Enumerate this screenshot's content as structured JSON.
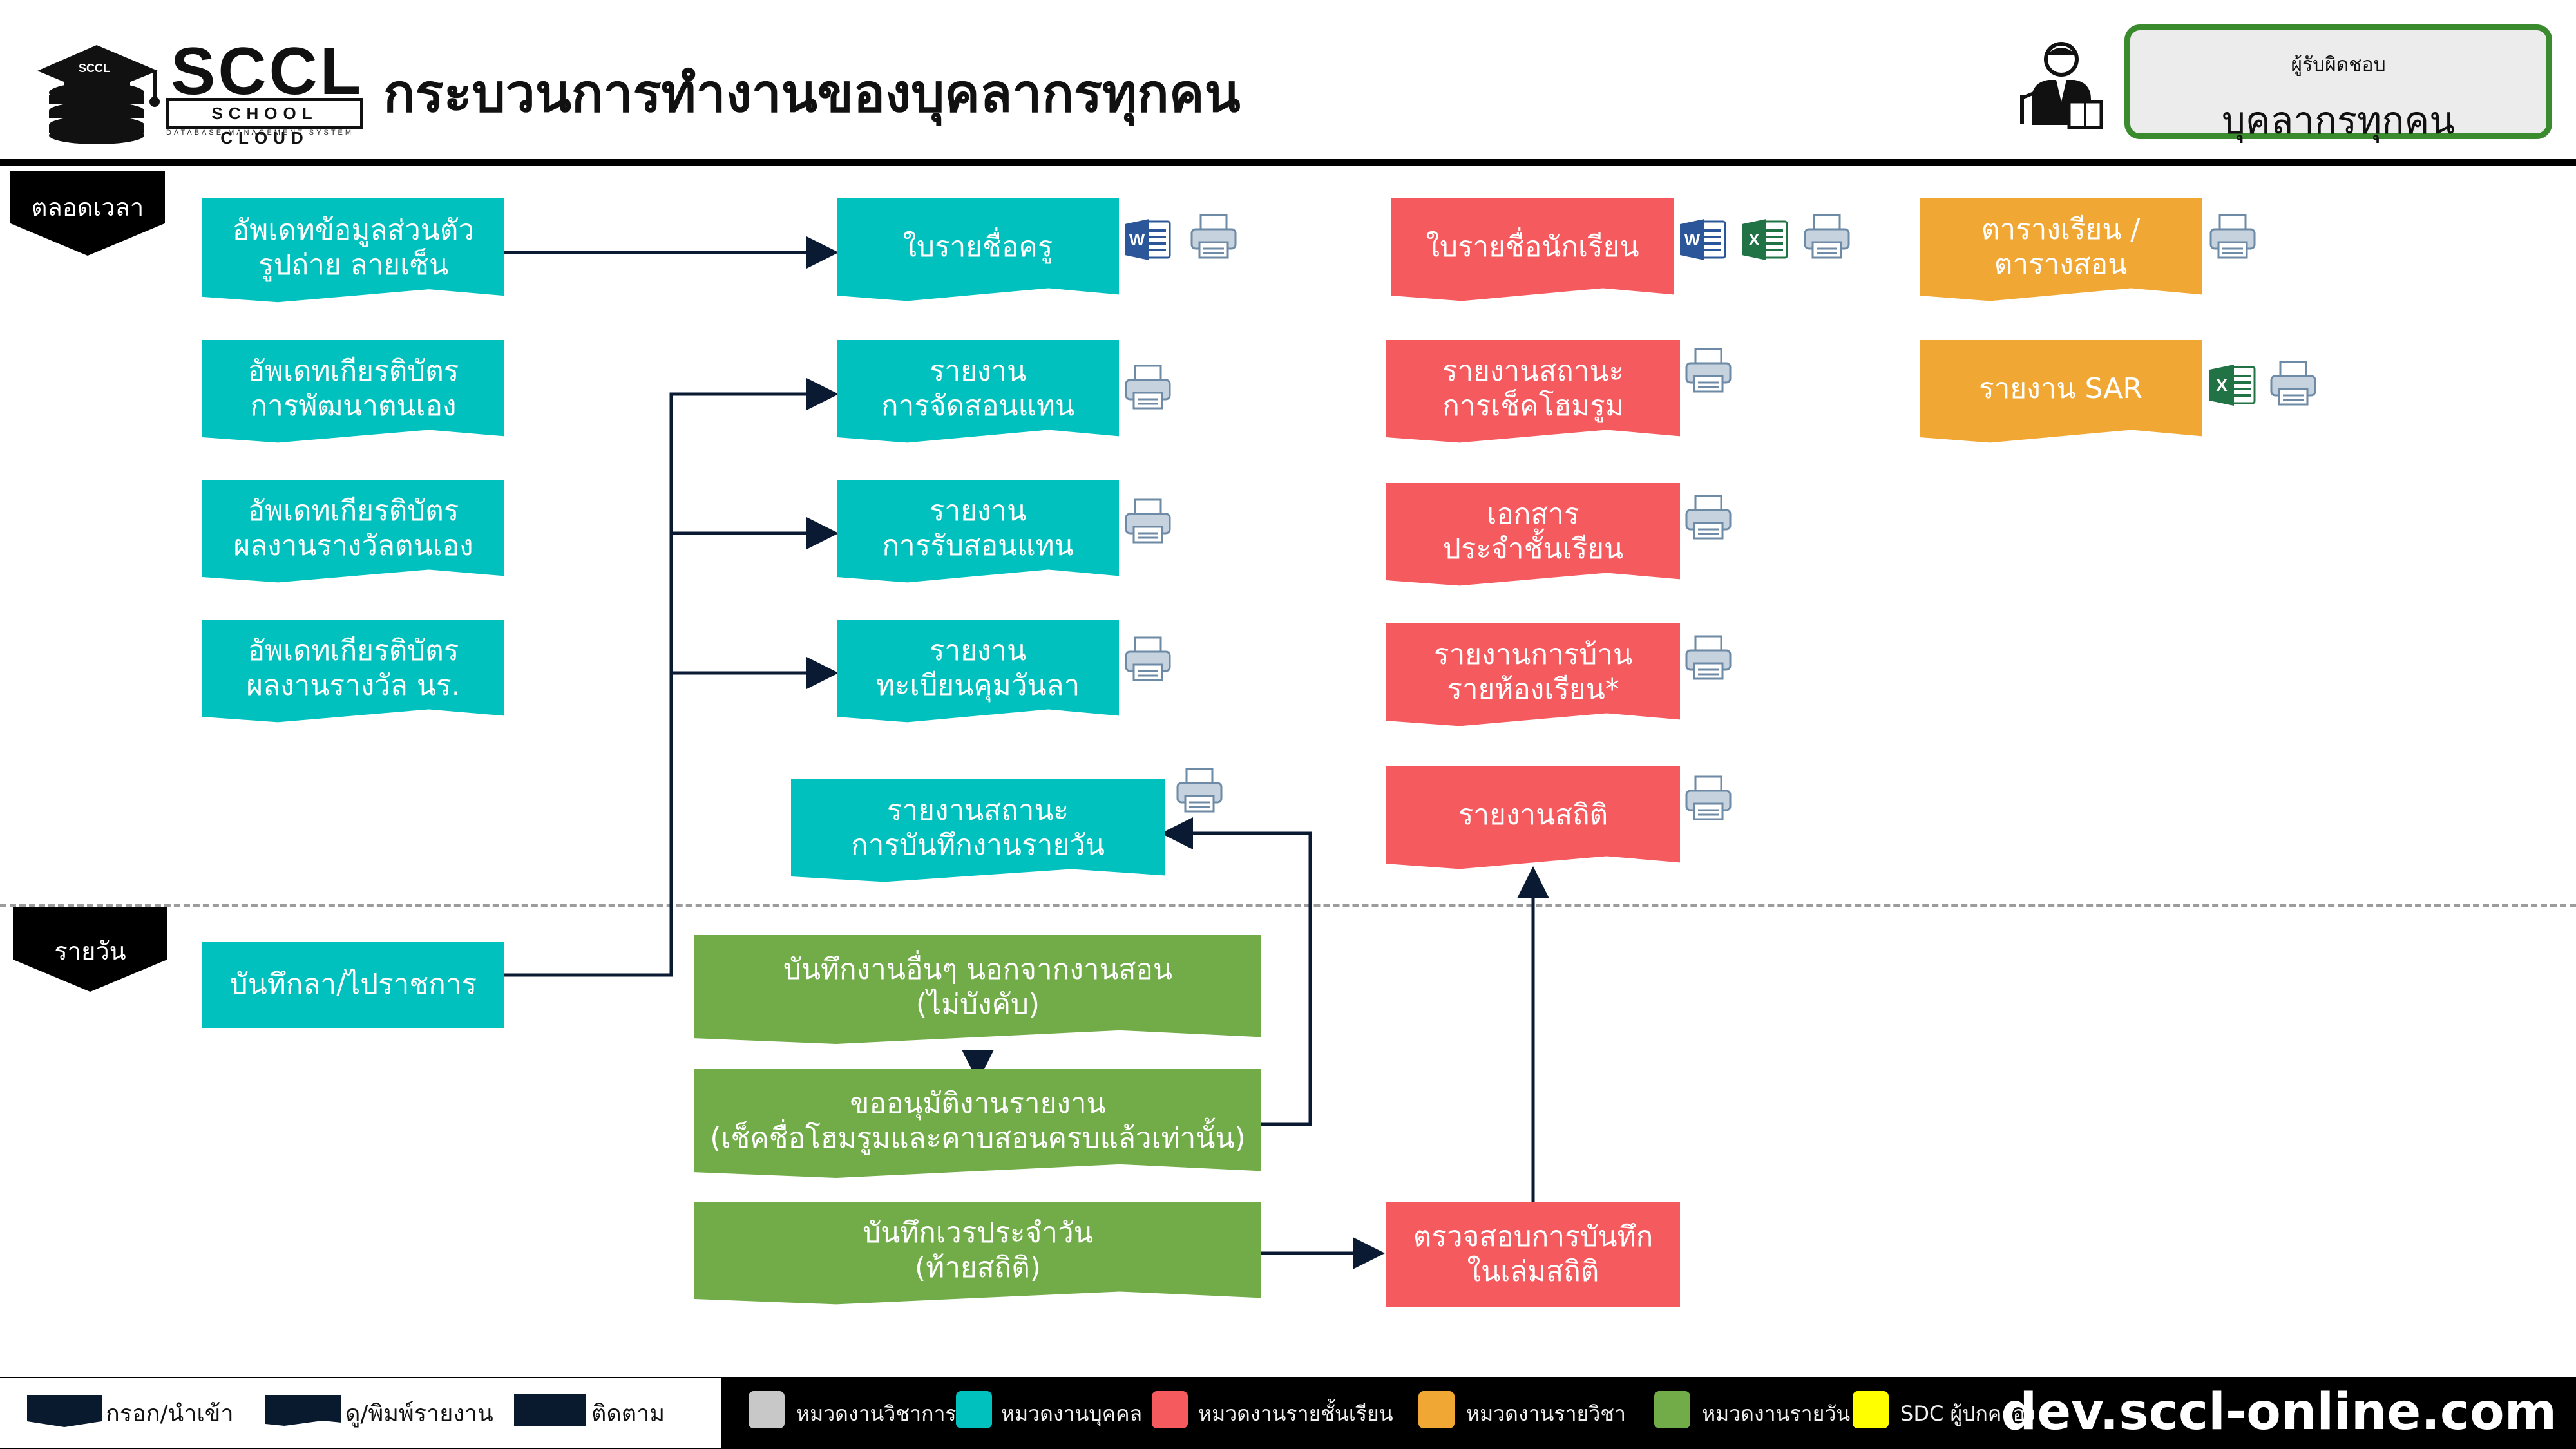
{
  "header": {
    "logo_badge": "SCCL",
    "logo_name": "SCCL",
    "logo_tagline": "SCHOOL CLOUD",
    "logo_sub": "DATABASE MANAGEMENT SYSTEM",
    "title": "กระบวนการทำงานของบุคลากรทุกคน",
    "responsible_label": "ผู้รับผิดชอบ",
    "responsible_value": "บุคลากรทุกคน"
  },
  "sections": {
    "anytime": "ตลอดเวลา",
    "daily": "รายวัน"
  },
  "inputs": {
    "update_profile": "อัพเดทข้อมูลส่วนตัว\nรูปถ่าย ลายเซ็น",
    "update_cert_dev": "อัพเดทเกียรติบัตร\nการพัฒนาตนเอง",
    "update_cert_award": "อัพเดทเกียรติบัตร\nผลงานรางวัลตนเอง",
    "update_cert_student": "อัพเดทเกียรติบัตร\nผลงานรางวัล นร.",
    "record_leave": "บันทึกลา/ไปราชการ"
  },
  "teal_reports": {
    "teacher_list": "ใบรายชื่อครู",
    "substitute_arrange": "รายงาน\nการจัดสอนแทน",
    "substitute_receive": "รายงาน\nการรับสอนแทน",
    "leave_register": "รายงาน\nทะเบียนคุมวันลา",
    "daily_log_status": "รายงานสถานะ\nการบันทึกงานรายวัน"
  },
  "red_reports": {
    "student_list": "ใบรายชื่อนักเรียน",
    "homeroom_status": "รายงานสถานะ\nการเช็คโฮมรูม",
    "class_docs": "เอกสาร\nประจำชั้นเรียน",
    "homework_report": "รายงานการบ้าน\nรายห้องเรียน*",
    "statistics_report": "รายงานสถิติ",
    "check_stat_book": "ตรวจสอบการบันทึก\nในเล่มสถิติ"
  },
  "orange_reports": {
    "timetable": "ตารางเรียน /\nตารางสอน",
    "sar_report": "รายงาน SAR"
  },
  "green_tasks": {
    "record_other_work": "บันทึกงานอื่นๆ นอกจากงานสอน\n(ไม่บังคับ)",
    "request_approval": "ขออนุมัติงานรายงาน\n(เช็คชื่อโฮมรูมและคาบสอนครบแล้วเท่านั้น)",
    "record_duty": "บันทึกเวรประจำวัน\n(ท้ายสถิติ)"
  },
  "icons": {
    "word": "word-icon",
    "excel": "excel-icon",
    "printer": "printer-icon",
    "teacher": "teacher-icon"
  },
  "legend": {
    "input_label": "กรอก/นำเข้า",
    "view_label": "ดู/พิมพ์รายงาน",
    "track_label": "ติดตาม",
    "categories": [
      {
        "label": "หมวดงานวิชาการ",
        "color": "#c8c8c8"
      },
      {
        "label": "หมวดงานบุคคล",
        "color": "#00c1be"
      },
      {
        "label": "หมวดงานรายชั้นเรียน",
        "color": "#f55a5f"
      },
      {
        "label": "หมวดงานรายวิชา",
        "color": "#f1a733"
      },
      {
        "label": "หมวดงานรายวัน",
        "color": "#71ac48"
      },
      {
        "label": "SDC ผู้ปกครอง",
        "color": "#ffff00"
      }
    ],
    "site": "dev.sccl-online.com"
  }
}
